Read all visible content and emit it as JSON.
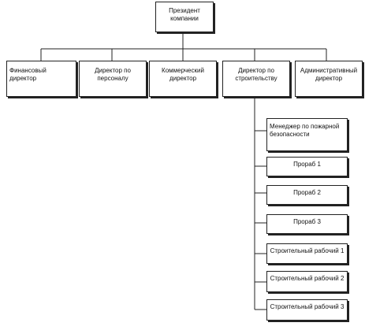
{
  "diagram": {
    "root": {
      "label": "Президент\nкомпании"
    },
    "departments": [
      {
        "label": "Финансовый\nдиректор"
      },
      {
        "label": "Директор по\nперсоналу"
      },
      {
        "label": "Коммерческий\nдиректор"
      },
      {
        "label": "Директор по\nстроительству"
      },
      {
        "label": "Административный\nдиректор"
      }
    ],
    "construction_staff": [
      {
        "label": "Менеджер по пожарной\nбезопасности"
      },
      {
        "label": "Прораб 1"
      },
      {
        "label": "Прораб 2"
      },
      {
        "label": "Прораб 3"
      },
      {
        "label": "Строительный рабочий 1"
      },
      {
        "label": "Строительный рабочий 2"
      },
      {
        "label": "Строительный рабочий 3"
      }
    ]
  },
  "colors": {
    "line": "#222222",
    "box_fill": "#ffffff",
    "text": "#111111"
  }
}
